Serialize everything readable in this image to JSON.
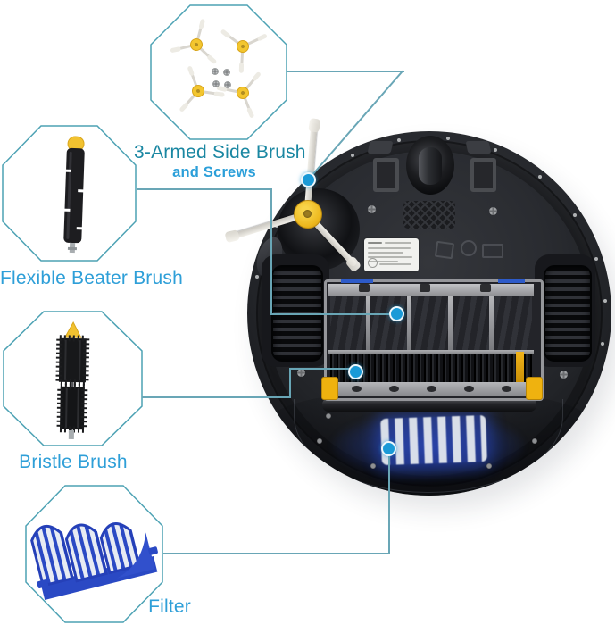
{
  "callouts": {
    "side_brush": {
      "label": "3-Armed Side Brush",
      "sublabel": "and Screws"
    },
    "beater_brush": {
      "label": "Flexible Beater Brush"
    },
    "bristle_brush": {
      "label": "Bristle Brush"
    },
    "filter": {
      "label": "Filter"
    }
  },
  "colors": {
    "label_teal": "#1A87A2",
    "label_blue": "#2E9FD8",
    "octagon_outline": "#4DA2B4",
    "callout_line": "#69A6B6",
    "marker_dot": "#1A9AD7",
    "brush_yellow": "#F2C230",
    "filter_blue": "#2A49C4"
  },
  "icons": {
    "marker": "filled-circle-dot",
    "thumbnails": [
      "side-brushes-and-screws",
      "beater-brush",
      "bristle-brush",
      "aerovac-filter"
    ]
  }
}
